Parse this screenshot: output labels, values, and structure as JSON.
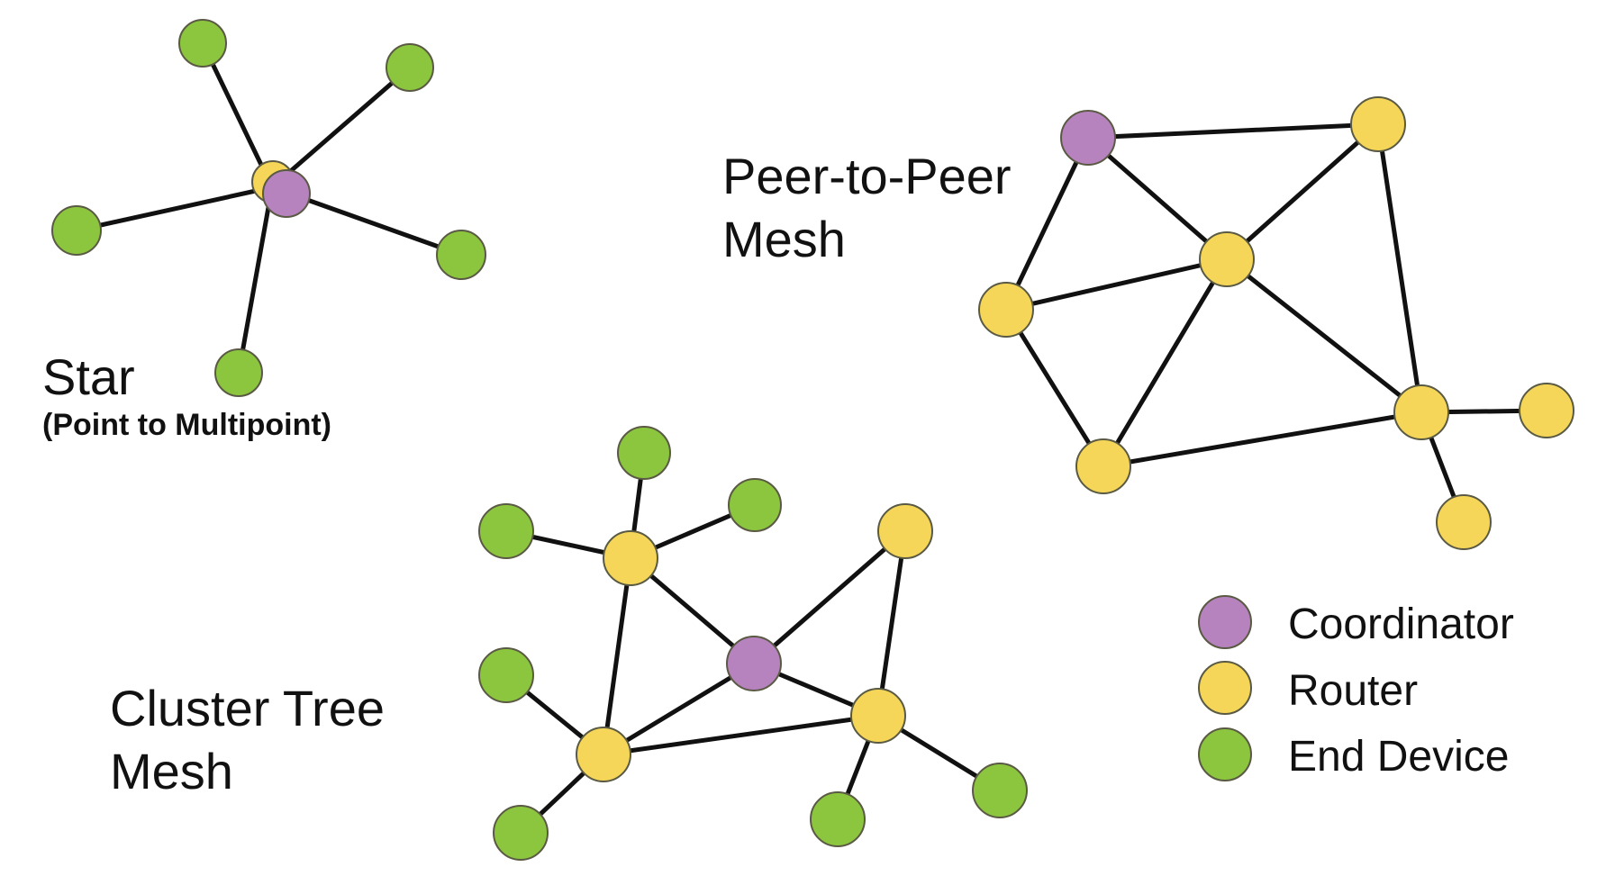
{
  "titles": {
    "star": "Star",
    "star_sub": "(Point to Multipoint)",
    "p2p_line1": "Peer-to-Peer",
    "p2p_line2": "Mesh",
    "cluster_line1": "Cluster Tree",
    "cluster_line2": "Mesh"
  },
  "legend": [
    {
      "role": "coordinator",
      "label": "Coordinator"
    },
    {
      "role": "router",
      "label": "Router"
    },
    {
      "role": "end_device",
      "label": "End Device"
    }
  ],
  "colors": {
    "coordinator": "#b683bf",
    "router": "#f5d658",
    "end_device": "#8cc63f",
    "edge": "#111111",
    "text": "#111111"
  }
}
